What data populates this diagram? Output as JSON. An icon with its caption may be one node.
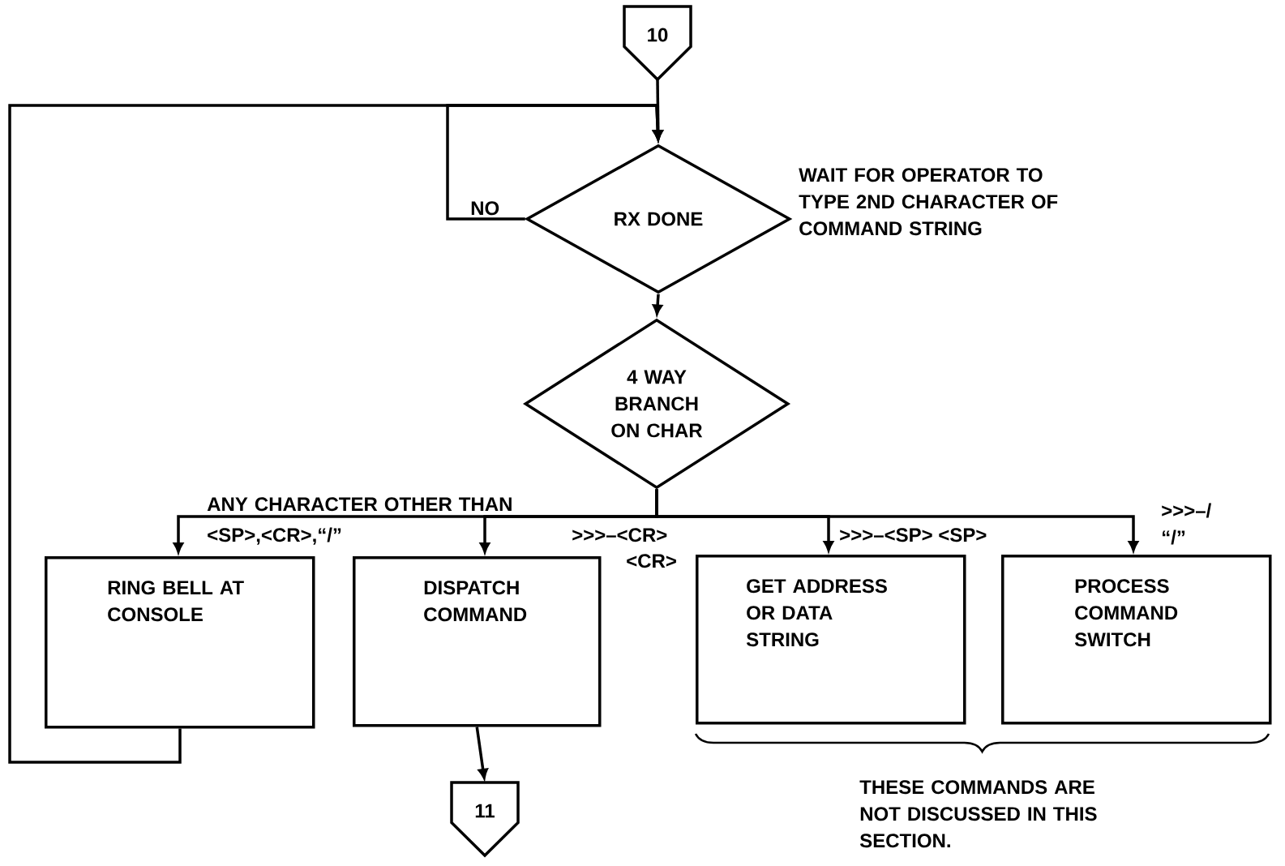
{
  "diagram": {
    "nodes": [
      {
        "text": [
          "10"
        ]
      },
      {
        "text": [
          "RX DONE"
        ],
        "beside": [
          "WAIT FOR OPERATOR TO TYPE 2ND CHARACTER OF COMMAND STRING"
        ]
      },
      {
        "text": [
          "4 WAY BRANCH ON CHAR"
        ]
      },
      {
        "text": [
          "RING BELL AT CONSOLE"
        ]
      },
      {
        "text": [
          "DISPATCH COMMAND"
        ]
      },
      {
        "text": [
          "GET ADDRESS OR DATA STRING"
        ]
      },
      {
        "text": [
          "PROCESS COMMAND SWITCH"
        ]
      },
      {
        "text": [
          "11"
        ]
      }
    ],
    "edges": [
      {
        "from": 0,
        "to": 1,
        "arrow": "to"
      },
      {
        "from": 1,
        "to": 1,
        "label": "NO",
        "arrow": "to"
      },
      {
        "from": 1,
        "to": 2,
        "arrow": "to"
      },
      {
        "from": 2,
        "to": 3,
        "label": "ANY CHARACTER OTHER THAN <SP>,<CR>,“/”",
        "arrow": "to"
      },
      {
        "from": 2,
        "to": 4,
        "label": ">>>–<CR>",
        "arrow": "to"
      },
      {
        "from": 2,
        "to": 5,
        "label": ">>>–<SP> <SP>",
        "arrow": "to"
      },
      {
        "from": 2,
        "to": 6,
        "label": ">>>–/ “/”",
        "arrow": "to"
      },
      {
        "from": 3,
        "to": 1,
        "arrow": "to"
      },
      {
        "from": 4,
        "to": 7,
        "arrow": "to"
      }
    ],
    "labels": [
      "<CR>",
      "THESE COMMANDS ARE NOT DISCUSSED IN THIS SECTION."
    ]
  }
}
